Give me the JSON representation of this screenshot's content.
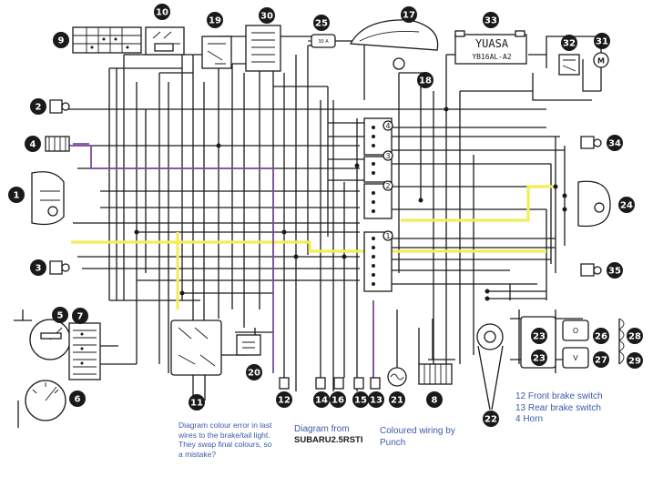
{
  "components": {
    "c1": "1",
    "c2": "2",
    "c3": "3",
    "c4": "4",
    "c5": "5",
    "c6": "6",
    "c7": "7",
    "c8": "8",
    "c9": "9",
    "c10": "10",
    "c11": "11",
    "c12": "12",
    "c13": "13",
    "c14": "14",
    "c15": "15",
    "c16": "16",
    "c17": "17",
    "c18": "18",
    "c19": "19",
    "c20": "20",
    "c21": "21",
    "c22": "22",
    "c23a": "23",
    "c23b": "23",
    "c24": "24",
    "c25": "25",
    "c26": "26",
    "c27": "27",
    "c28": "28",
    "c29": "29",
    "c30": "30",
    "c31": "31",
    "c32": "32",
    "c33": "33",
    "c34": "34",
    "c35": "35"
  },
  "battery": {
    "brand": "YUASA",
    "model": "YB16AL-A2"
  },
  "motor_symbol": "M",
  "fuse_label": "30 A",
  "connector_nums": [
    "4",
    "3",
    "2",
    "1"
  ],
  "relay_labels": {
    "upper": "O",
    "lower": "V"
  },
  "annotations": {
    "error_note": "Diagram colour error in last wires to the brake/tail light. They swap final colours, so a mistake?",
    "from_label": "Diagram from",
    "from_source": "SUBARU2.5RSTI",
    "coloured_wiring": "Coloured wiring by Punch"
  },
  "legend": [
    "12 Front brake switch",
    "13 Rear brake switch",
    "4 Horn"
  ],
  "colors": {
    "wire": "#1a1a1a",
    "highlight_yellow": "#f2ee5a",
    "highlight_purple": "#7a4c9c",
    "note_blue": "#3d5aa8"
  }
}
